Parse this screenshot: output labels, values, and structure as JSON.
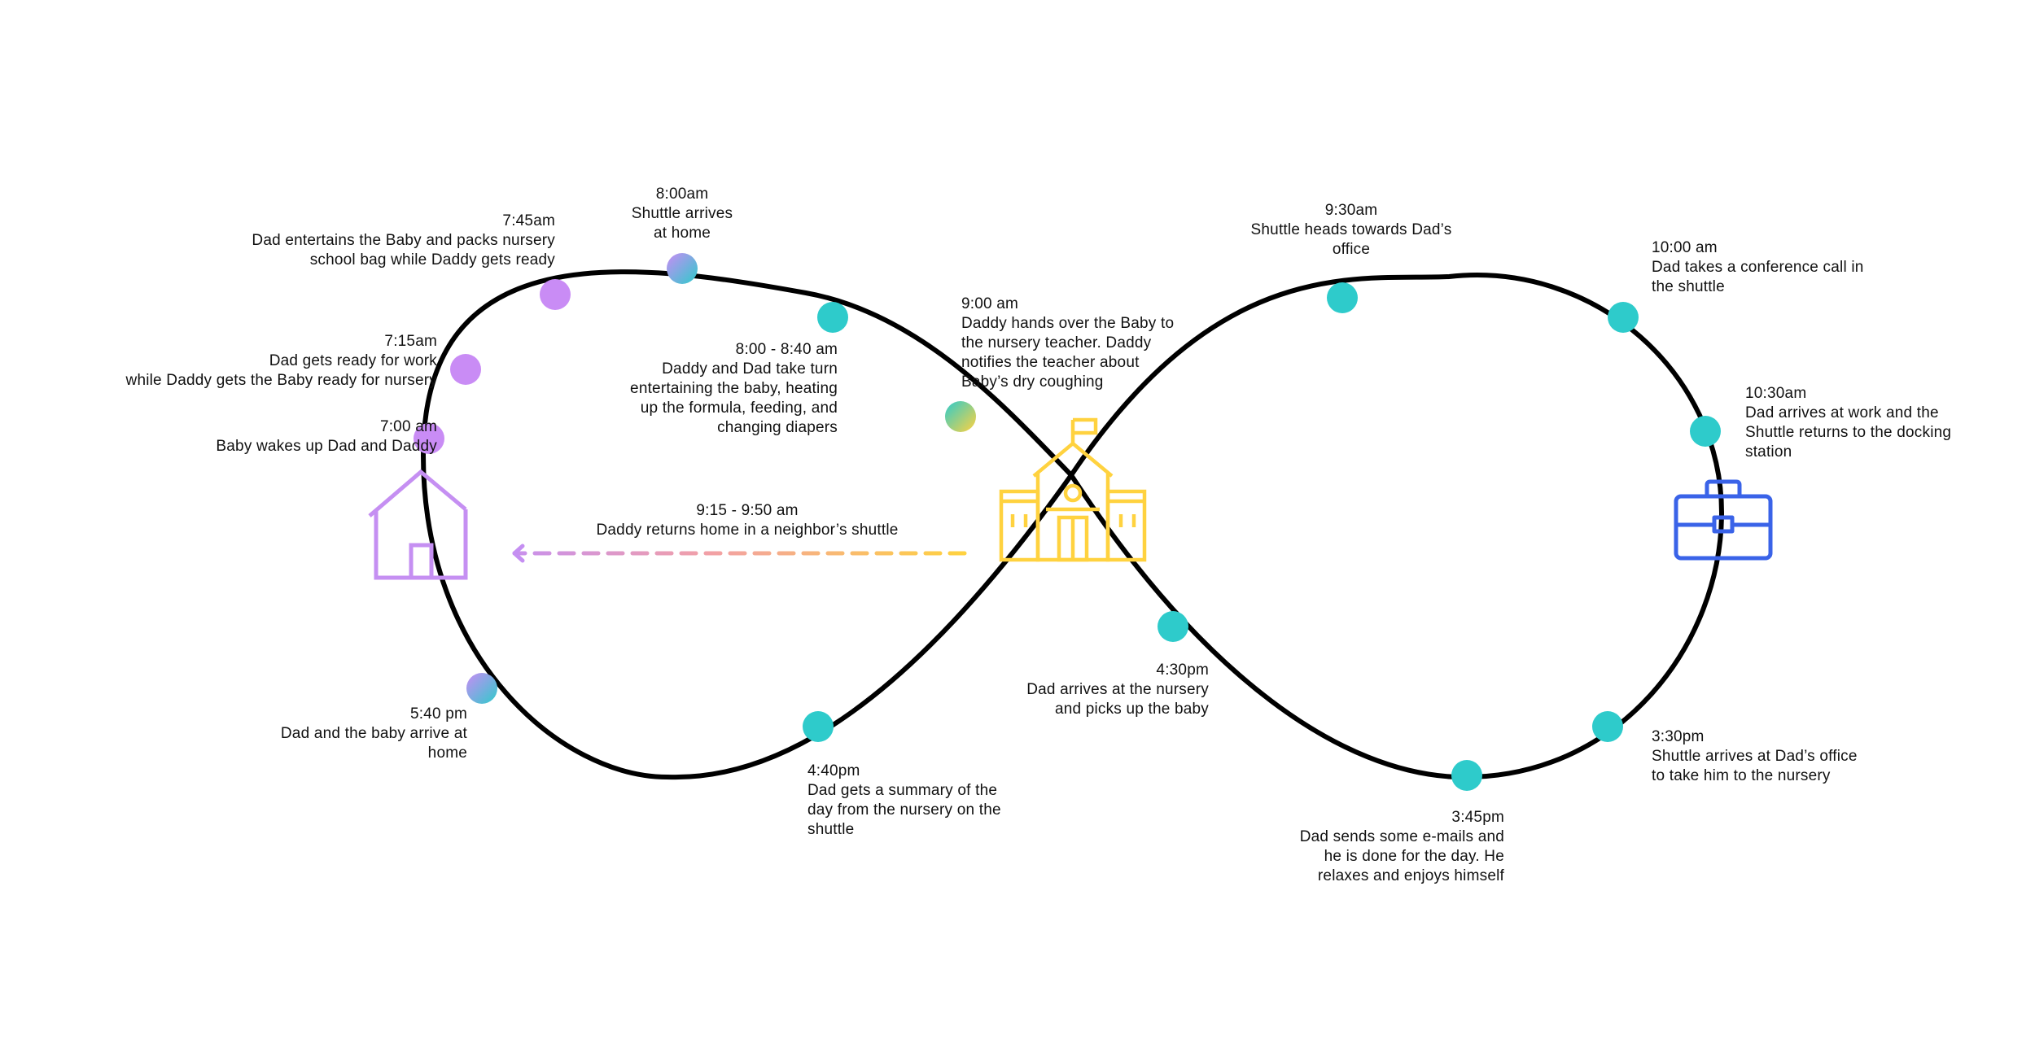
{
  "colors": {
    "path": "#000000",
    "teal": "#2ecbcb",
    "lilac": "#c98cf5",
    "house": "#c58ff2",
    "school": "#ffd23f",
    "briefcase": "#3a63e8",
    "arrow_start": "#ffd23f",
    "arrow_end": "#c58ff2"
  },
  "icons": {
    "home": "house-icon",
    "nursery": "school-building-icon",
    "office": "briefcase-icon"
  },
  "events": [
    {
      "id": "7-00",
      "lines": [
        "7:00 am",
        "Baby wakes up Dad and Daddy"
      ],
      "dot": "lilac"
    },
    {
      "id": "7-15",
      "lines": [
        "7:15am",
        "Dad gets ready for work",
        "while Daddy gets the Baby ready for nursery"
      ],
      "dot": "lilac"
    },
    {
      "id": "7-45",
      "lines": [
        "7:45am",
        "Dad entertains the Baby and packs nursery",
        "school bag while Daddy gets ready"
      ],
      "dot": "lilac"
    },
    {
      "id": "8-00",
      "lines": [
        "8:00am",
        "Shuttle arrives",
        "at home"
      ],
      "dot": "lilac-teal"
    },
    {
      "id": "8-00-8-40",
      "lines": [
        "8:00 - 8:40 am",
        "Daddy and Dad take turn",
        "entertaining the baby, heating",
        "up the formula, feeding, and",
        "changing diapers"
      ],
      "dot": "teal"
    },
    {
      "id": "9-00",
      "lines": [
        "9:00 am",
        "Daddy hands over the Baby to",
        "the nursery teacher. Daddy",
        "notifies the teacher about",
        "Baby’s dry coughing"
      ],
      "dot": "teal-yellow"
    },
    {
      "id": "9-15",
      "lines": [
        "9:15 - 9:50 am",
        "Daddy returns home in a neighbor’s shuttle"
      ]
    },
    {
      "id": "9-30",
      "lines": [
        "9:30am",
        "Shuttle heads towards Dad’s",
        "office"
      ],
      "dot": "teal"
    },
    {
      "id": "10-00",
      "lines": [
        "10:00 am",
        "Dad takes a conference call in",
        "the shuttle"
      ],
      "dot": "teal"
    },
    {
      "id": "10-30",
      "lines": [
        "10:30am",
        "Dad arrives at work and the",
        "Shuttle returns to the docking",
        "station"
      ],
      "dot": "teal"
    },
    {
      "id": "3-30",
      "lines": [
        "3:30pm",
        "Shuttle arrives at Dad’s office",
        "to take him to the nursery"
      ],
      "dot": "teal"
    },
    {
      "id": "3-45",
      "lines": [
        "3:45pm",
        "Dad sends some e-mails and",
        "he is done for the day. He",
        "relaxes and enjoys himself"
      ],
      "dot": "teal"
    },
    {
      "id": "4-30",
      "lines": [
        "4:30pm",
        "Dad arrives at the nursery",
        "and picks up the baby"
      ],
      "dot": "teal"
    },
    {
      "id": "4-40",
      "lines": [
        "4:40pm",
        "Dad gets a summary of the",
        "day from the nursery on the",
        "shuttle"
      ],
      "dot": "teal"
    },
    {
      "id": "5-40",
      "lines": [
        "5:40 pm",
        "Dad and the baby arrive at",
        "home"
      ],
      "dot": "lilac-teal"
    }
  ]
}
